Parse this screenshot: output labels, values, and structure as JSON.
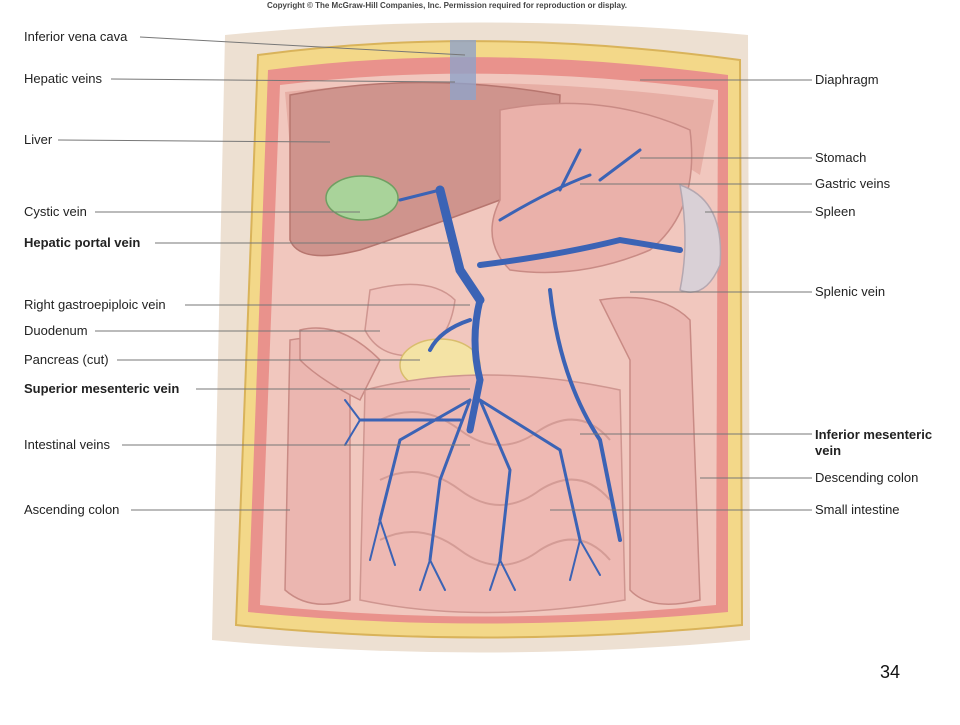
{
  "copyright": "Copyright © The McGraw-Hill Companies, Inc. Permission required for reproduction or display.",
  "labels_left": [
    {
      "id": "inferior-vena-cava",
      "text": "Inferior vena cava",
      "bold": false
    },
    {
      "id": "hepatic-veins",
      "text": "Hepatic veins",
      "bold": false
    },
    {
      "id": "liver",
      "text": "Liver",
      "bold": false
    },
    {
      "id": "cystic-vein",
      "text": "Cystic vein",
      "bold": false
    },
    {
      "id": "hepatic-portal-vein",
      "text": "Hepatic portal vein",
      "bold": true
    },
    {
      "id": "right-gastroepiploic-vein",
      "text": "Right gastroepiploic vein",
      "bold": false
    },
    {
      "id": "duodenum",
      "text": "Duodenum",
      "bold": false
    },
    {
      "id": "pancreas",
      "text": "Pancreas (cut)",
      "bold": false
    },
    {
      "id": "superior-mesenteric-vein",
      "text": "Superior mesenteric vein",
      "bold": true
    },
    {
      "id": "intestinal-veins",
      "text": "Intestinal veins",
      "bold": false
    },
    {
      "id": "ascending-colon",
      "text": "Ascending colon",
      "bold": false
    }
  ],
  "labels_right": [
    {
      "id": "diaphragm",
      "text": "Diaphragm",
      "bold": false
    },
    {
      "id": "stomach",
      "text": "Stomach",
      "bold": false
    },
    {
      "id": "gastric-veins",
      "text": "Gastric veins",
      "bold": false
    },
    {
      "id": "spleen",
      "text": "Spleen",
      "bold": false
    },
    {
      "id": "splenic-vein",
      "text": "Splenic vein",
      "bold": false
    },
    {
      "id": "inferior-mesenteric-vein-1",
      "text": "Inferior mesenteric",
      "bold": true
    },
    {
      "id": "inferior-mesenteric-vein-2",
      "text": "vein",
      "bold": true
    },
    {
      "id": "descending-colon",
      "text": "Descending colon",
      "bold": false
    },
    {
      "id": "small-intestine",
      "text": "Small intestine",
      "bold": false
    }
  ],
  "page_number": "34",
  "colors": {
    "vein": "#3b63b5",
    "skin": "#e9d9c8",
    "fat": "#f2d27a",
    "organ": "#e7a9a3",
    "intestine": "#ecb2ad",
    "liver": "#c98a86"
  }
}
